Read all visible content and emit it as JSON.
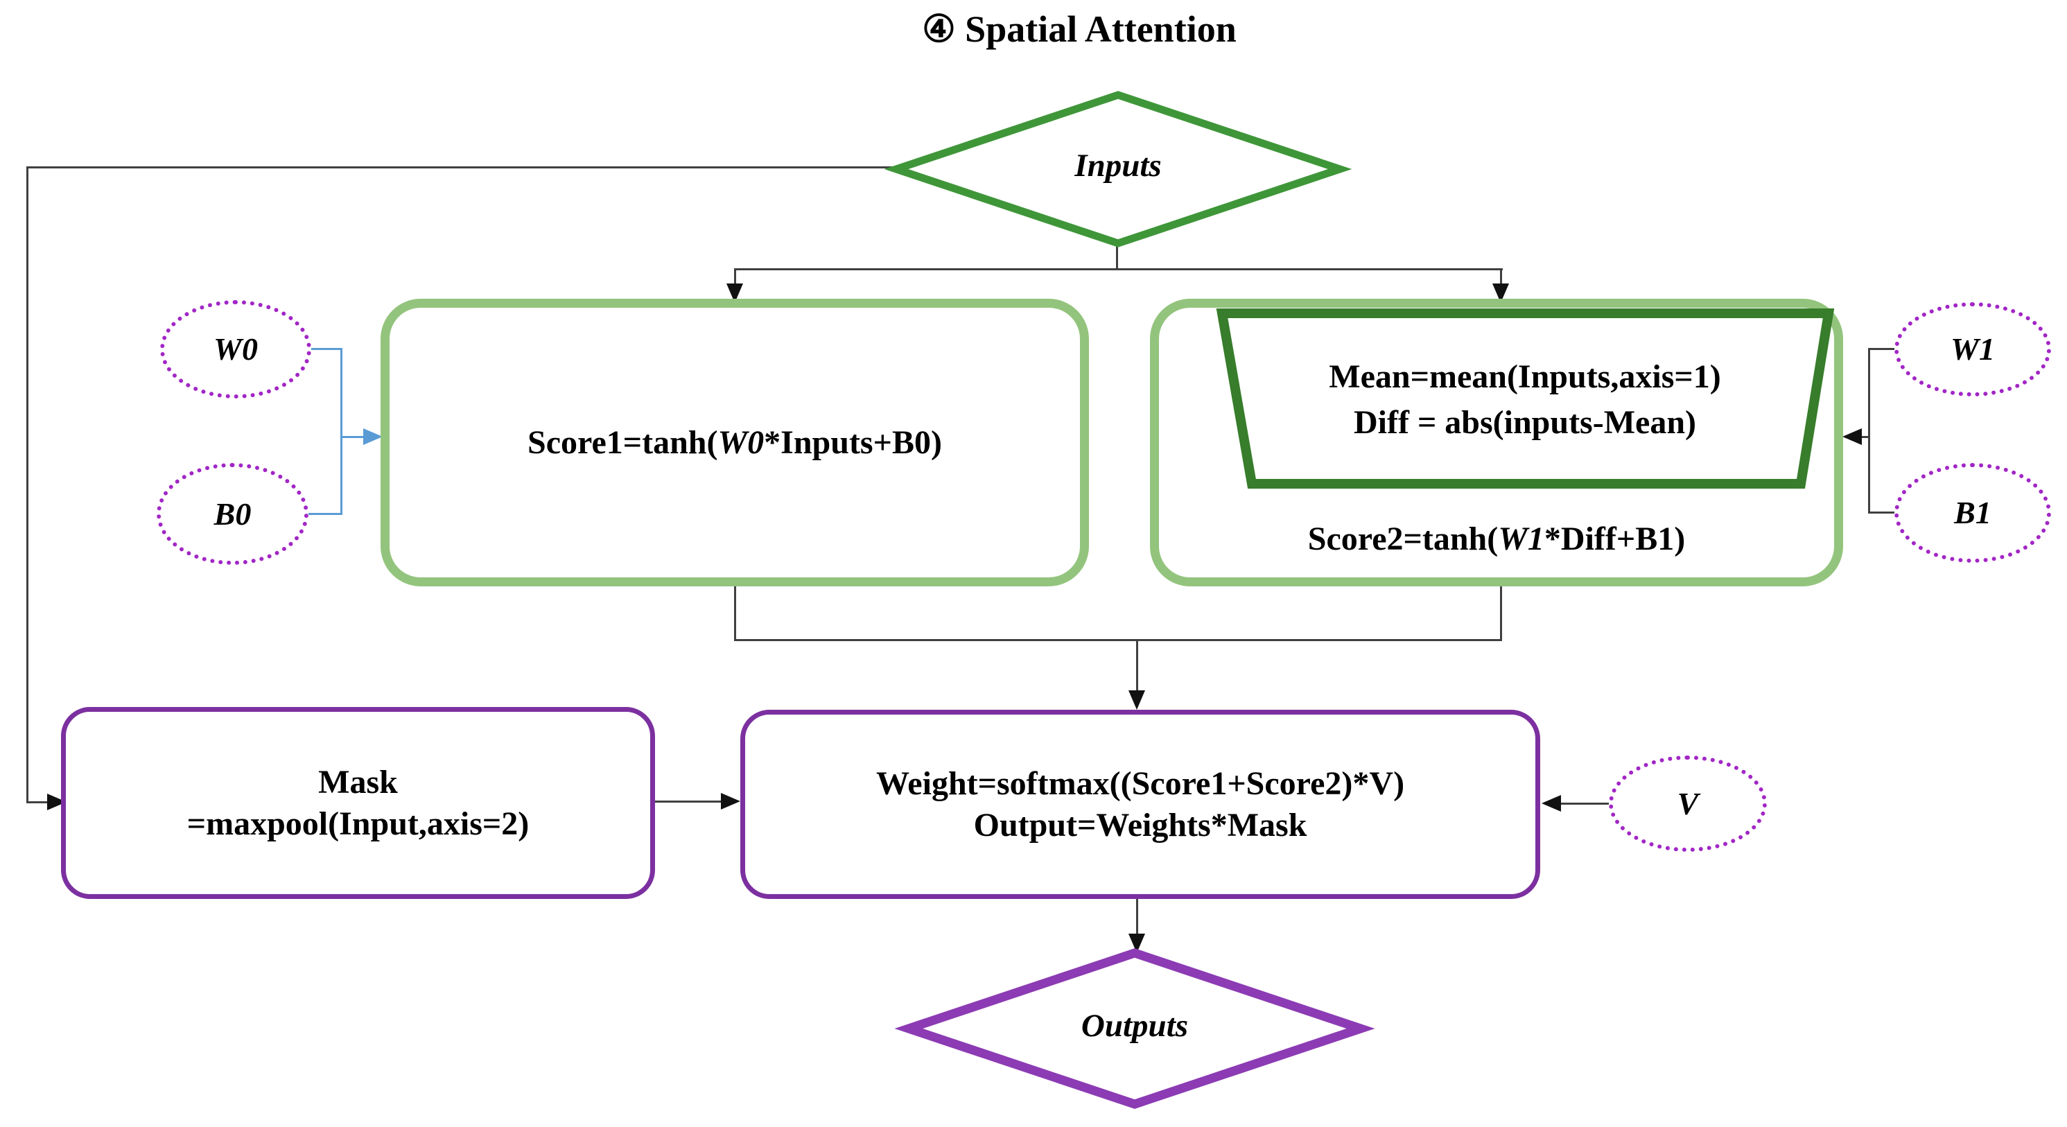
{
  "title": "④ Spatial Attention",
  "colors": {
    "diamond-green": "#3e9638",
    "box-light-green": "#93c47d",
    "trapezoid-green": "#377d2b",
    "box-purple": "#7c30a0",
    "diamond-purple": "#8c3bb4",
    "ellipse-magenta": "#a226c6",
    "connector-blue": "#5b9bd5",
    "line-gray": "#404040",
    "arrow-black": "#111111"
  },
  "nodes": {
    "inputs_diamond": {
      "label": "Inputs"
    },
    "score1_box": {
      "pre": "Score1=tanh(",
      "weight_var": "W0",
      "post": "*Inputs+B0)"
    },
    "mean_trapezoid": {
      "line1": "Mean=mean(Inputs,axis=1)",
      "line2": "Diff = abs(inputs-Mean)"
    },
    "score2_formula": {
      "pre": "Score2=tanh(",
      "weight_var": "W1",
      "post": "*Diff+B1)"
    },
    "mask_box": {
      "line1": "Mask",
      "line2": "=maxpool(Input,axis=2)"
    },
    "weight_box": {
      "line1": "Weight=softmax((Score1+Score2)*V)",
      "line2": "Output=Weights*Mask"
    },
    "outputs_diamond": {
      "label": "Outputs"
    },
    "w0_ellipse": {
      "label": "W0"
    },
    "b0_ellipse": {
      "label": "B0"
    },
    "w1_ellipse": {
      "label": "W1"
    },
    "b1_ellipse": {
      "label": "B1"
    },
    "v_ellipse": {
      "label": "V"
    }
  }
}
